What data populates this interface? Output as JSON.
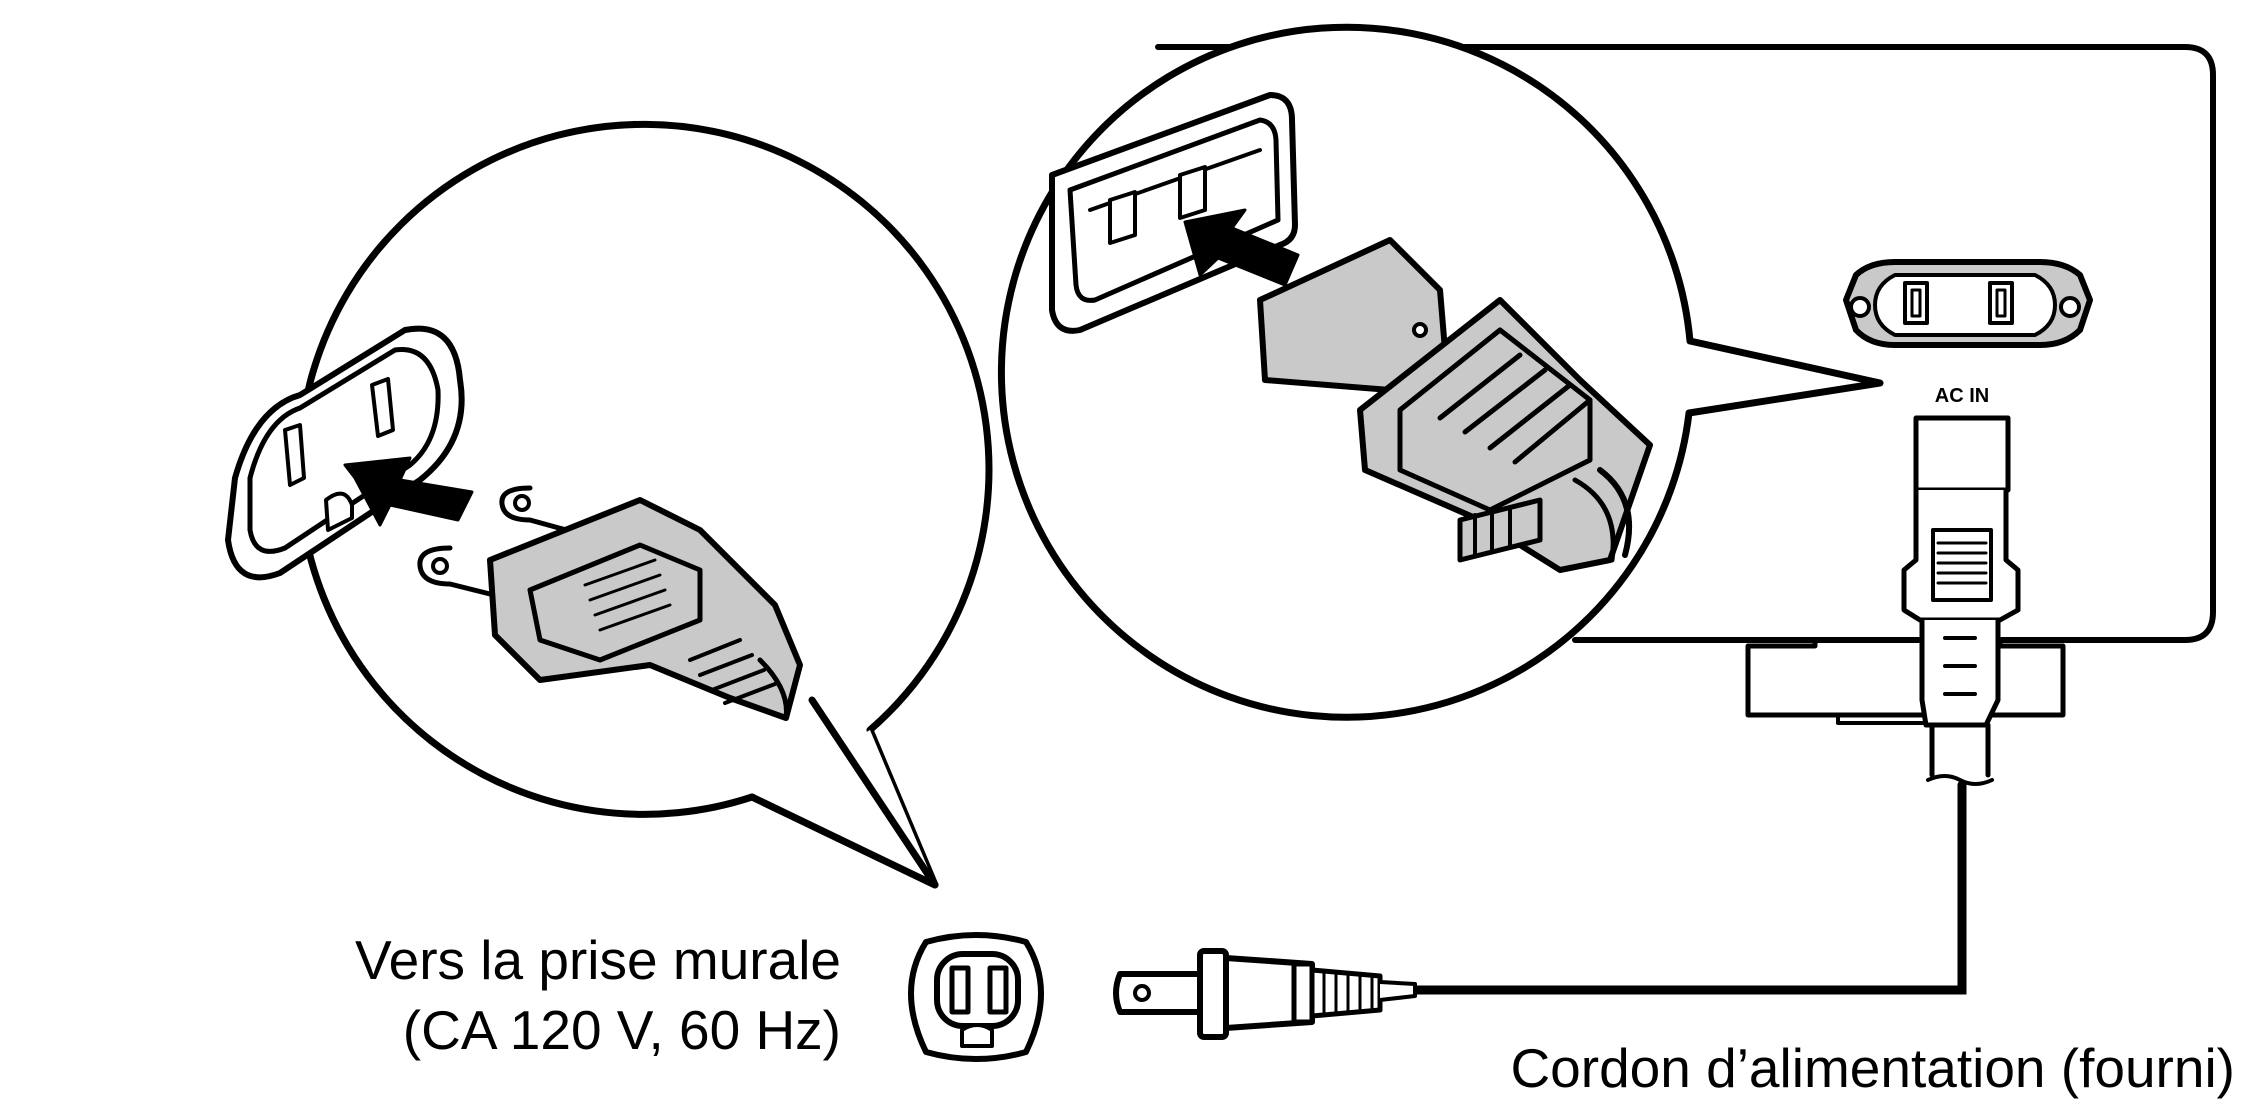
{
  "labels": {
    "wall_outlet_line1": "Vers la prise murale",
    "wall_outlet_line2": "(CA 120 V, 60 Hz)",
    "power_cord": "Cordon d’alimentation (fourni)",
    "ac_in": "AC IN"
  },
  "colors": {
    "line": "#000000",
    "plug_fill": "#c9c9c9",
    "background": "#ffffff"
  },
  "icons": [
    "wall-outlet-icon",
    "plug-icon",
    "arrow-icon",
    "ac-inlet-icon",
    "iec-connector-icon"
  ]
}
